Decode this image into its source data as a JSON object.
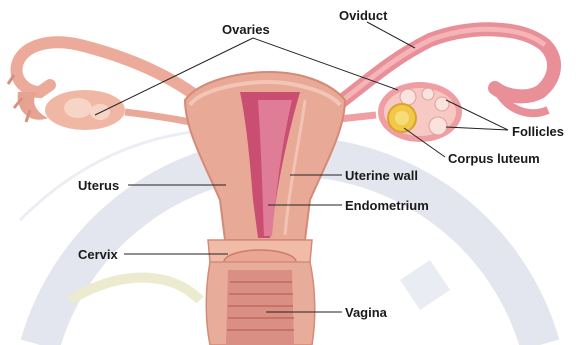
{
  "labels": {
    "ovaries": "Ovaries",
    "oviduct": "Oviduct",
    "follicles": "Follicles",
    "corpus_luteum": "Corpus luteum",
    "uterine_wall": "Uterine wall",
    "uterus": "Uterus",
    "endometrium": "Endometrium",
    "cervix": "Cervix",
    "vagina": "Vagina"
  },
  "colors": {
    "tissue": "#efb0a0",
    "uterus_body": "#e6a896",
    "lining": "#c94e72",
    "ovary": "#f3c0ac",
    "follicle": "#f8dccf",
    "corpus_luteum": "#f2c848",
    "leader_line": "#222222",
    "watermark": "#dfe3ec"
  }
}
